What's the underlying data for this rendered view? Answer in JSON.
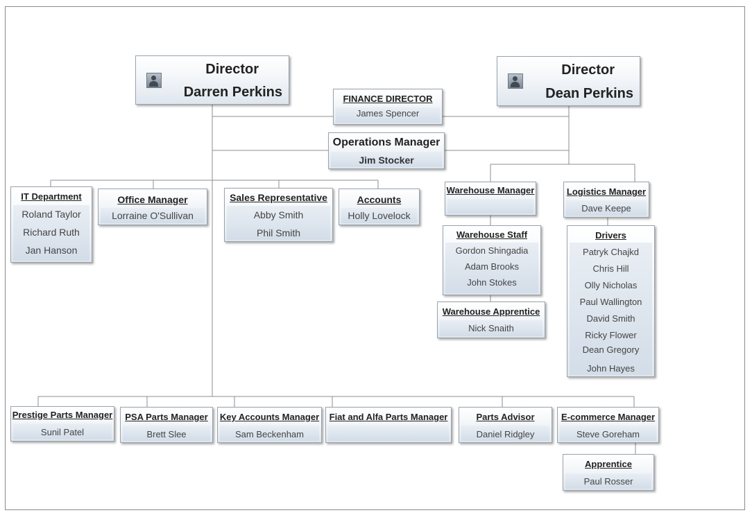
{
  "directors": [
    {
      "title": "Director",
      "name": "Darren Perkins"
    },
    {
      "title": "Director",
      "name": "Dean Perkins"
    }
  ],
  "finance": {
    "title": "FINANCE DIRECTOR",
    "name": "James Spencer"
  },
  "operations": {
    "title": "Operations Manager",
    "name": "Jim Stocker"
  },
  "it": {
    "title": "IT Department",
    "members": [
      "Roland Taylor",
      "Richard Ruth",
      "Jan Hanson"
    ]
  },
  "office": {
    "title": "Office Manager",
    "name": "Lorraine O'Sullivan"
  },
  "sales": {
    "title": "Sales Representative",
    "members": [
      "Abby Smith",
      "Phil Smith"
    ]
  },
  "accounts": {
    "title": "Accounts",
    "name": "Holly Lovelock"
  },
  "warehouse_manager": {
    "title": "Warehouse Manager",
    "name": ""
  },
  "warehouse_staff": {
    "title": "Warehouse Staff",
    "members": [
      "Gordon Shingadia",
      "Adam Brooks",
      "John Stokes"
    ]
  },
  "warehouse_apprentice": {
    "title": "Warehouse Apprentice",
    "name": "Nick Snaith"
  },
  "logistics": {
    "title": "Logistics Manager",
    "name": "Dave Keepe"
  },
  "drivers": {
    "title": "Drivers",
    "members": [
      "Patryk Chajkd",
      "Chris Hill",
      "Olly Nicholas",
      "Paul Wallington",
      "David Smith",
      "Ricky Flower",
      "Dean Gregory",
      "John Hayes"
    ]
  },
  "prestige": {
    "title": "Prestige Parts Manager",
    "name": "Sunil Patel"
  },
  "psa": {
    "title": "PSA Parts Manager",
    "name": "Brett Slee"
  },
  "key_accounts": {
    "title": "Key Accounts Manager",
    "name": "Sam Beckenham"
  },
  "fiat": {
    "title": "Fiat and Alfa Parts Manager",
    "name": ""
  },
  "parts_advisor": {
    "title": "Parts Advisor",
    "name": "Daniel Ridgley"
  },
  "ecommerce": {
    "title": "E-commerce Manager",
    "name": "Steve Goreham"
  },
  "apprentice": {
    "title": "Apprentice",
    "name": "Paul Rosser"
  }
}
